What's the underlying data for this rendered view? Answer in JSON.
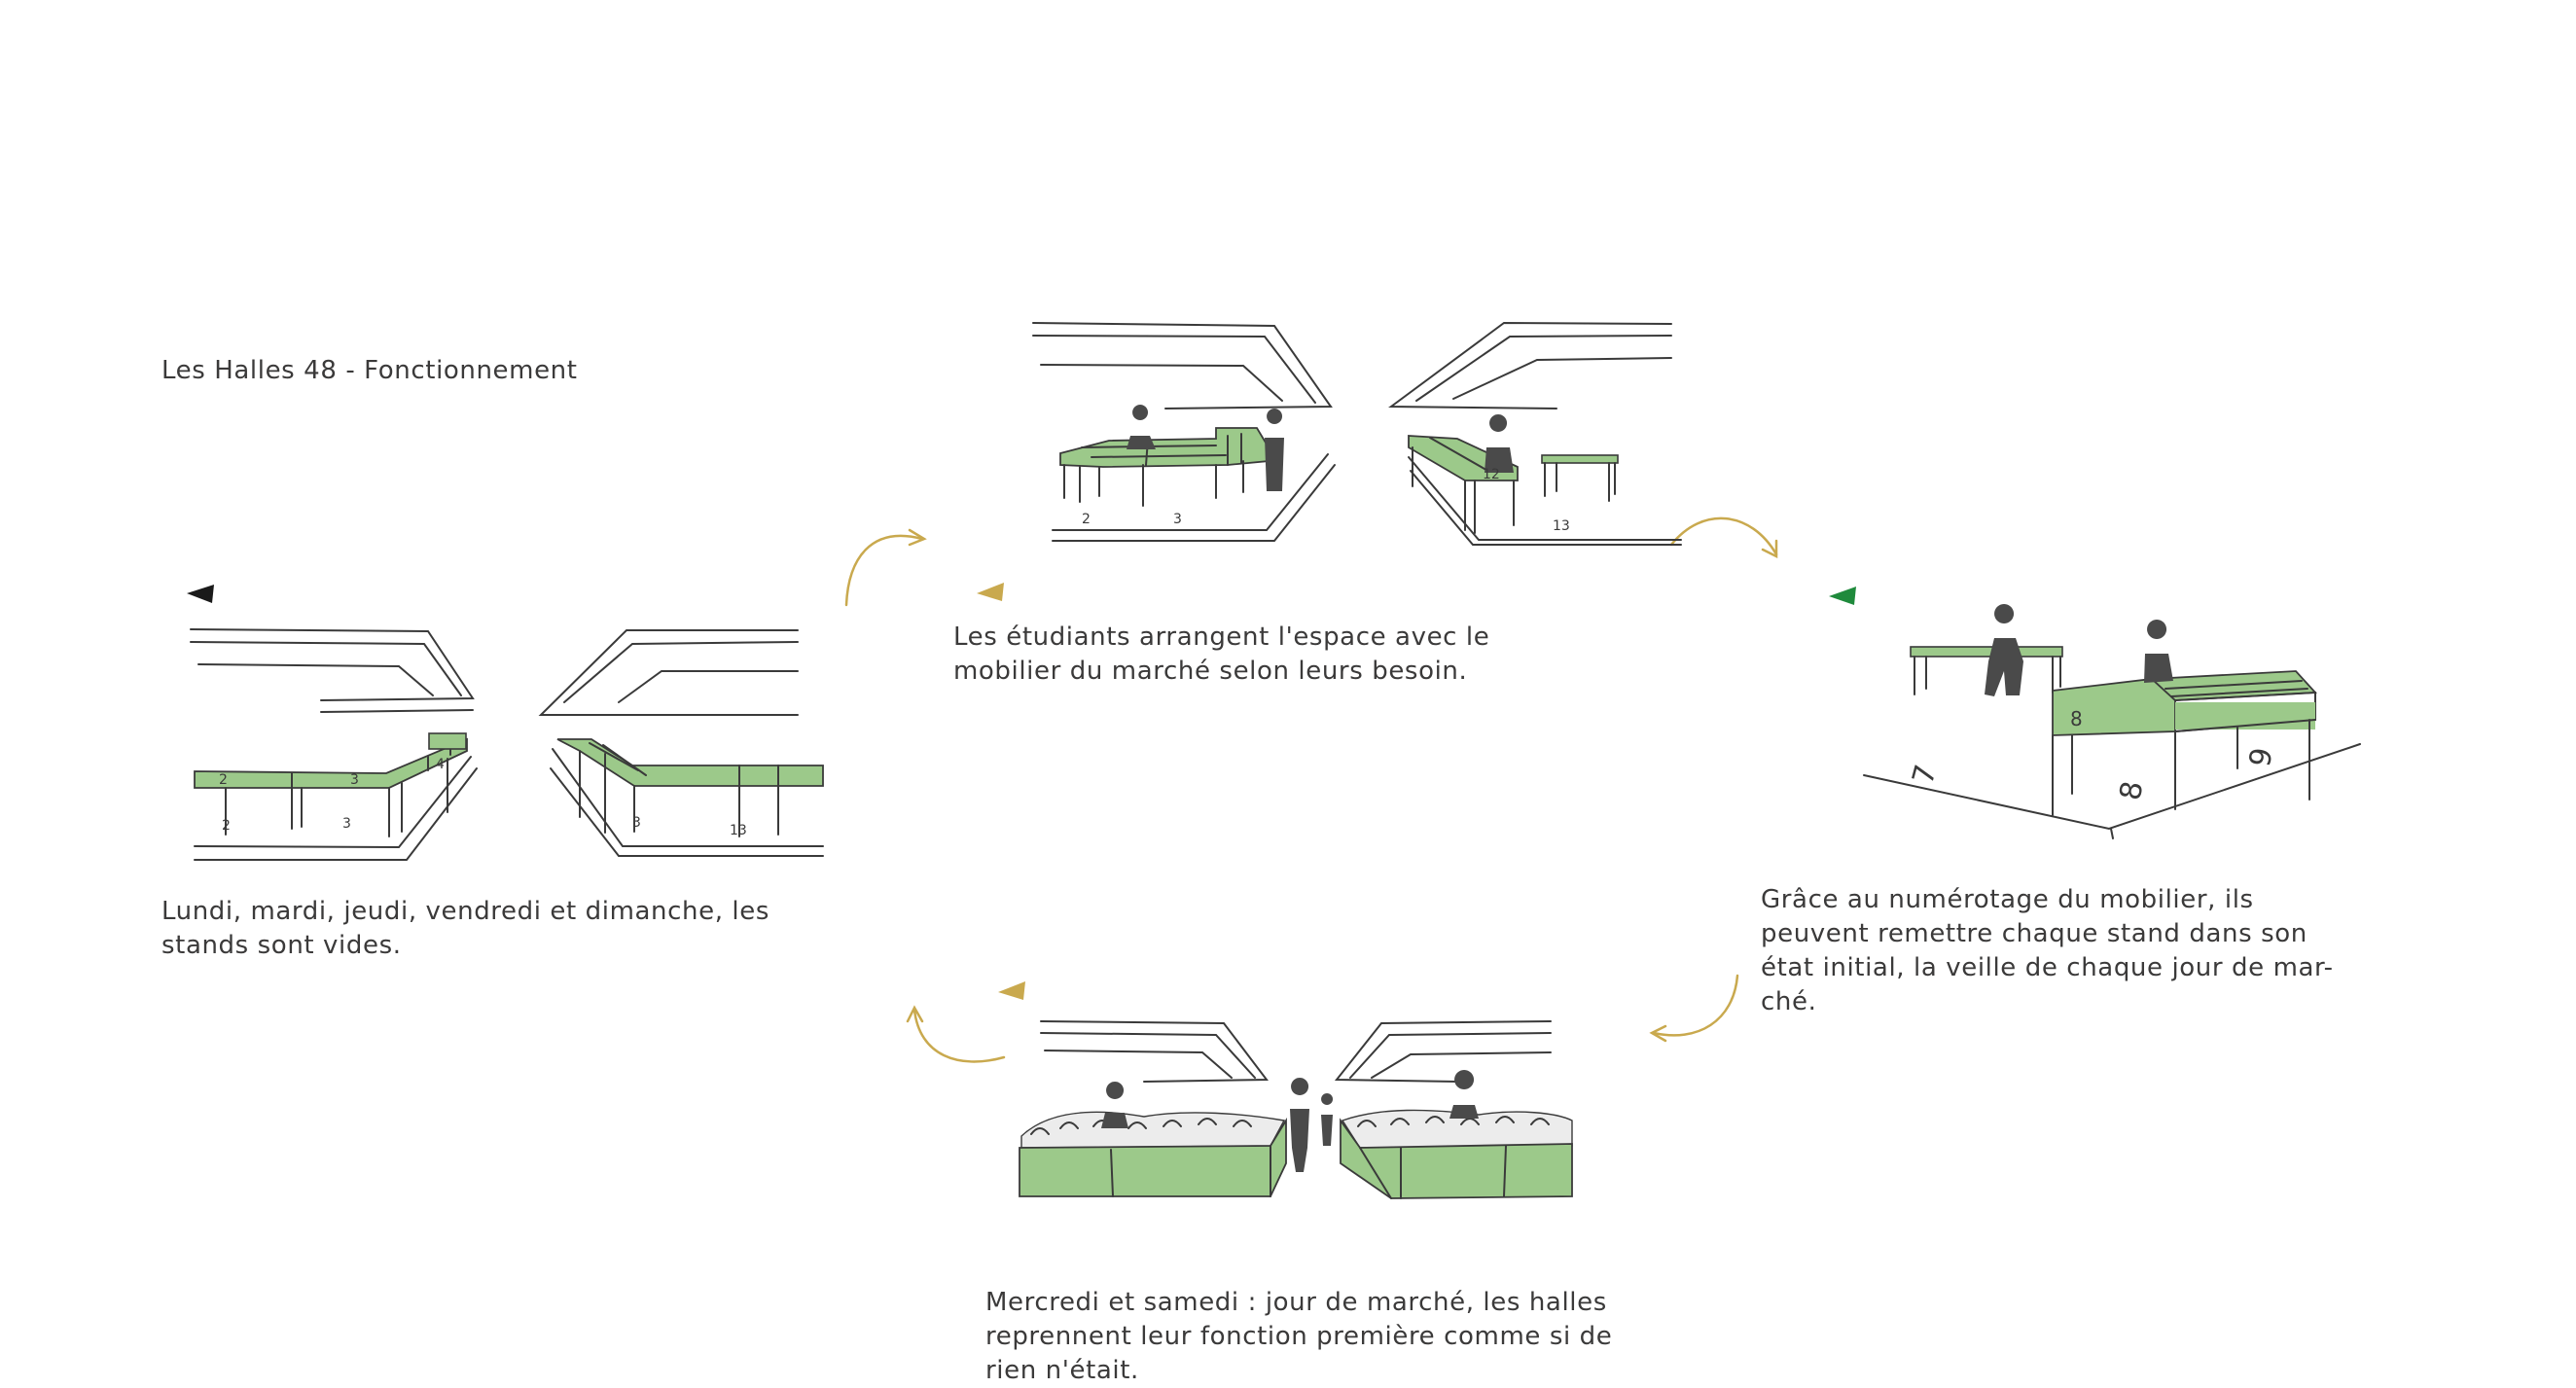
{
  "header": {
    "title": "Les Halles 48  - Fonctionnement"
  },
  "captions": {
    "empty_days": "Lundi, mardi, jeudi, vendredi  et dimanche, les\nstands sont vides.",
    "students_arrange": "Les étudiants arrangent l'espace avec le\nmobilier du marché selon leurs besoin.",
    "numbering": "Grâce au numérotage du mobilier, ils\npeuvent remettre chaque stand dans son\nétat initial, la veille de chaque jour de mar-\nché.",
    "market_days": "Mercredi et samedi : jour de marché, les halles\nreprennent leur fonction première comme si de\nrien n'était."
  },
  "sketch_labels": {
    "s1": [
      "2",
      "3",
      "3",
      "3",
      "2",
      "4",
      "13"
    ],
    "s2": [
      "2",
      "3",
      "12",
      "13"
    ],
    "s3": [
      "7",
      "8",
      "8",
      "9"
    ]
  },
  "colors": {
    "stand_green": "#9cc98a",
    "stand_green_dark": "#7fb06e",
    "ink": "#3a3a3a",
    "figure": "#4a4a4a",
    "arrow_gold": "#c9a94e",
    "marker_black": "#1a1a1a",
    "marker_gold": "#c9a94e",
    "marker_green": "#1f8a3c"
  }
}
